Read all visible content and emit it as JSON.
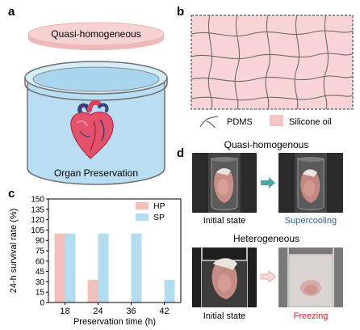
{
  "panel_a": {
    "label": "a",
    "lid_text": "Quasi-homogeneous",
    "container_text": "Organ Preservation"
  },
  "panel_b": {
    "label": "b",
    "legend": [
      {
        "text": "PDMS"
      },
      {
        "text": "Silicone oil"
      }
    ],
    "colors": {
      "oil": "#f9d4d6",
      "pdms_line": "#6a6a6a"
    }
  },
  "panel_c": {
    "label": "c",
    "chart_data": {
      "type": "bar",
      "categories": [
        "18",
        "24",
        "36",
        "42"
      ],
      "series": [
        {
          "name": "HP",
          "values": [
            100,
            33,
            0,
            0
          ],
          "color": "#f2c0b8"
        },
        {
          "name": "SP",
          "values": [
            100,
            100,
            100,
            33
          ],
          "color": "#b2dcef"
        }
      ],
      "xlabel": "Preservation time (h)",
      "ylabel": "24-h survival rate (%)",
      "ylim": [
        0,
        150
      ],
      "yticks": [
        "0",
        "15",
        "30",
        "45",
        "60",
        "75",
        "90",
        "105",
        "120",
        "135",
        "150"
      ],
      "legend_position": "top-right",
      "grid": false
    }
  },
  "panel_d": {
    "label": "d",
    "top_title": "Quasi-homogenous",
    "top_left_caption": "Initial state",
    "top_right_caption": "Supercooling",
    "bottom_title": "Heterogeneous",
    "bottom_left_caption": "Initial state",
    "bottom_right_caption": "Freezing",
    "colors": {
      "supercooling": "#2f5fa8",
      "freezing": "#e0202a",
      "arrow_top": "#4aa8a0",
      "arrow_bottom": "#f2b8b4"
    }
  }
}
